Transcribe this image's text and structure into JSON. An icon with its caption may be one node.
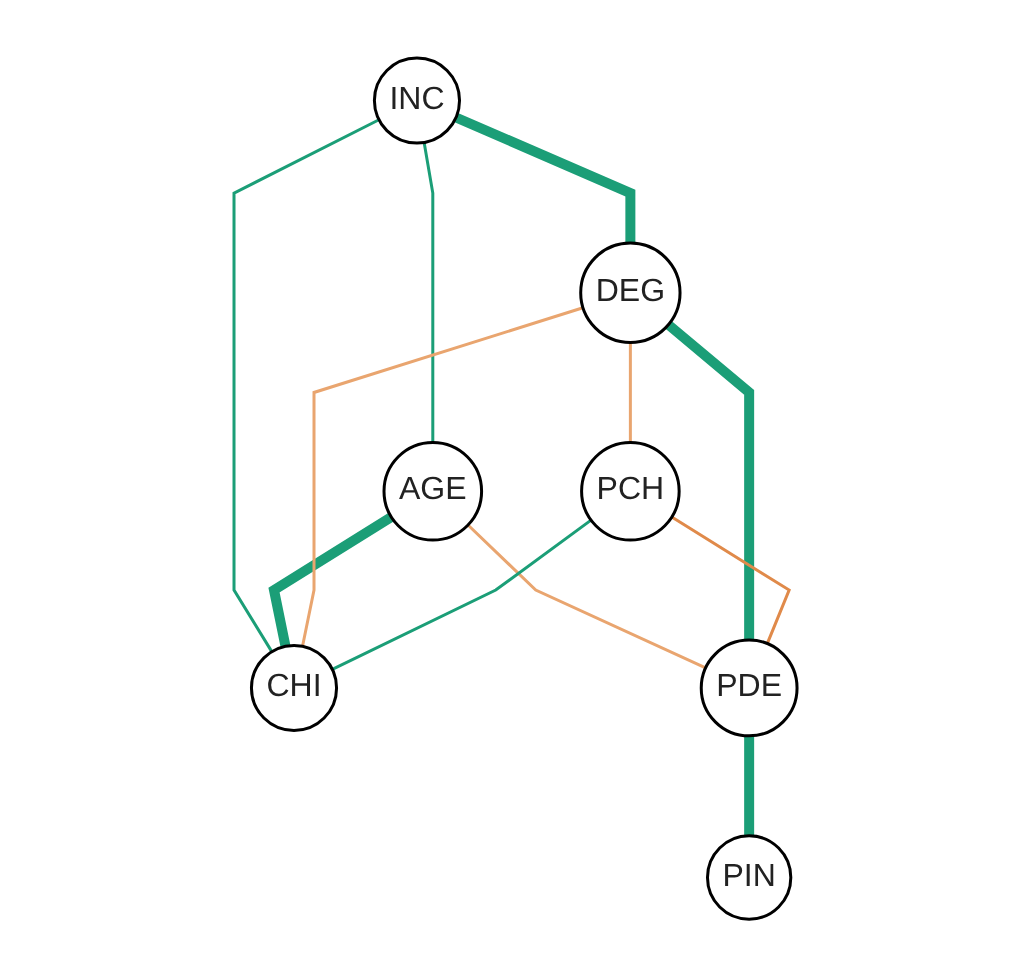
{
  "diagram": {
    "nodes": [
      {
        "text": [
          "INC"
        ]
      },
      {
        "text": [
          "AGE"
        ]
      },
      {
        "text": [
          "DEG"
        ]
      },
      {
        "text": [
          "PCH"
        ]
      },
      {
        "text": [
          "CHI"
        ]
      },
      {
        "text": [
          "PDE"
        ]
      },
      {
        "text": [
          "PIN"
        ]
      }
    ],
    "edges": [
      {
        "from": 0,
        "to": 1,
        "arrow": "none"
      },
      {
        "from": 0,
        "to": 2,
        "arrow": "none",
        "style": "thick"
      },
      {
        "from": 0,
        "to": 4,
        "arrow": "none"
      },
      {
        "from": 1,
        "to": 4,
        "arrow": "none",
        "style": "thick"
      },
      {
        "from": 1,
        "to": 5,
        "arrow": "none",
        "color": "#e9a56f"
      },
      {
        "from": 2,
        "to": 3,
        "arrow": "none",
        "color": "#e9a56f"
      },
      {
        "from": 2,
        "to": 4,
        "arrow": "none",
        "color": "#e9a56f"
      },
      {
        "from": 2,
        "to": 5,
        "arrow": "none",
        "style": "thick"
      },
      {
        "from": 3,
        "to": 4,
        "arrow": "none"
      },
      {
        "from": 3,
        "to": 5,
        "arrow": "none",
        "color": "#e08a4a"
      },
      {
        "from": 5,
        "to": 6,
        "arrow": "none",
        "style": "thick"
      }
    ]
  }
}
